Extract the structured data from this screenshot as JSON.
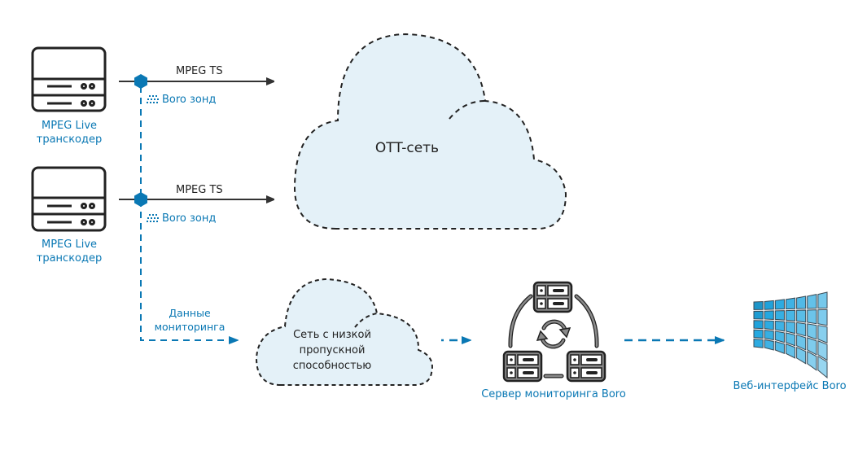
{
  "colors": {
    "accent": "#0a78b4",
    "line_dark": "#333333",
    "cloud_fill": "#e4f1f8",
    "cloud_stroke": "#222222",
    "icon_gray": "#7a7a7a",
    "screen_blue": "#2aa3d8"
  },
  "sources": [
    {
      "icon": "server-icon",
      "label_line1": "MPEG Live",
      "label_line2": "транскодер",
      "stream_label": "MPEG TS",
      "probe_icon": "probe-dots-icon",
      "probe_label": "Boro зонд"
    },
    {
      "icon": "server-icon",
      "label_line1": "MPEG Live",
      "label_line2": "транскодер",
      "stream_label": "MPEG TS",
      "probe_icon": "probe-dots-icon",
      "probe_label": "Boro зонд"
    }
  ],
  "ott_cloud": {
    "label": "OTT-сеть"
  },
  "monitoring_data": {
    "line1": "Данные",
    "line2": "мониторинга"
  },
  "low_bw_cloud": {
    "line1": "Сеть с низкой",
    "line2": "пропускной",
    "line3": "способностью"
  },
  "monitoring_server": {
    "icon": "server-cluster-sync-icon",
    "label": "Сервер мониторинга Boro"
  },
  "web_ui": {
    "icon": "video-wall-icon",
    "label": "Веб-интерфейс Boro"
  }
}
